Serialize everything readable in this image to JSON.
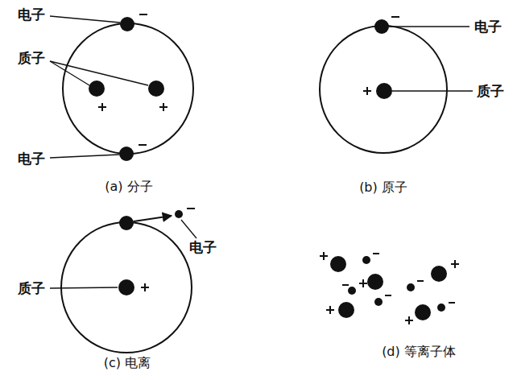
{
  "diagram": {
    "labels": [
      "电子",
      "质子",
      "电子",
      "(a) 分子",
      "电子",
      "质子",
      "(b) 原子",
      "电子",
      "质子",
      "(c) 电离",
      "(d) 等离子体"
    ]
  }
}
